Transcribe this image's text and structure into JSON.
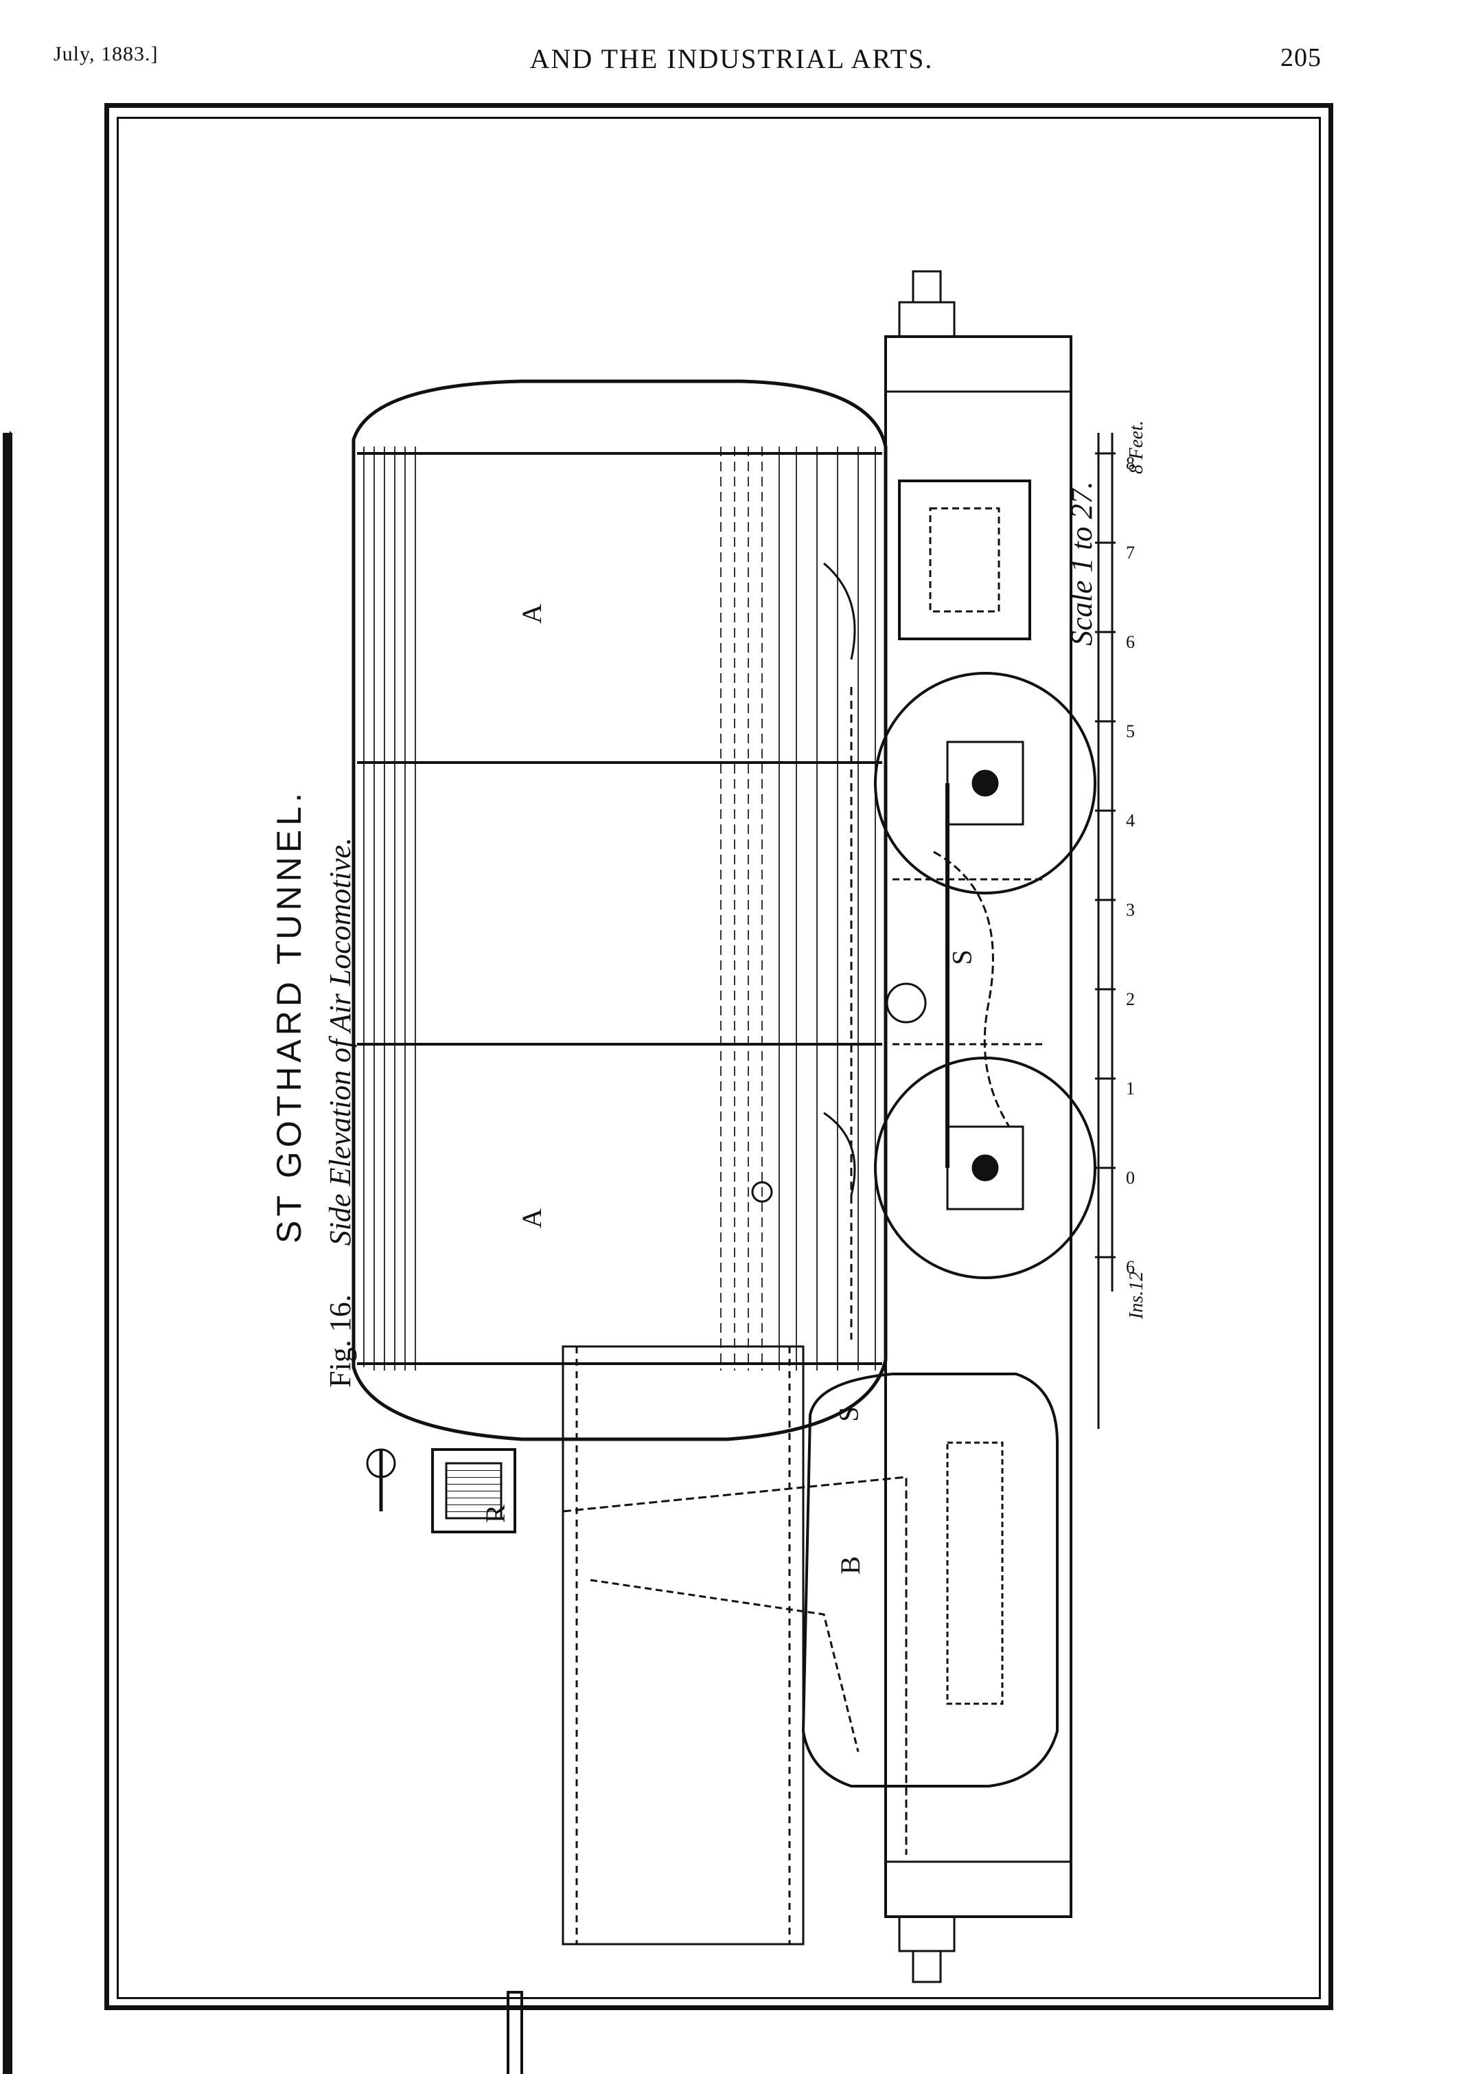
{
  "header": {
    "date": "July, 1883.]",
    "journal_title": "AND THE INDUSTRIAL ARTS.",
    "page_number": "205"
  },
  "plate": {
    "title": "ST GOTHARD TUNNEL.",
    "figure_label": "Fig. 16.",
    "subtitle": "Side Elevation of Air Locomotive.",
    "scale_text": "Scale 1 to 27.",
    "scale_unit_left": "Ins.12",
    "scale_unit_right": "8 Feet.",
    "scale_ticks": [
      "6",
      "0",
      "1",
      "2",
      "3",
      "4",
      "5",
      "6",
      "7",
      "8"
    ],
    "part_labels": {
      "reservoir_a1": "A",
      "reservoir_a2": "A",
      "small_reservoir": "B",
      "rod_s1": "S",
      "rod_s2": "S",
      "regulator": "R"
    }
  }
}
